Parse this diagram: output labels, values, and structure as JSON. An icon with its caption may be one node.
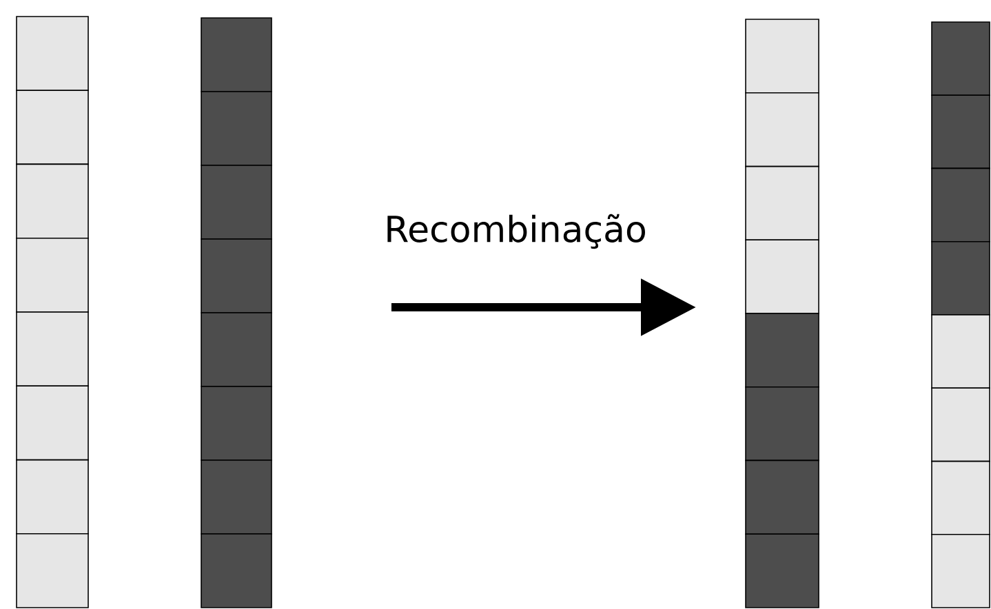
{
  "diagram": {
    "nodes": [
      {
        "text": [],
        "shape": "bar"
      },
      {
        "text": [],
        "shape": "bar"
      },
      {
        "text": [],
        "shape": "bar"
      },
      {
        "text": [],
        "shape": "bar"
      }
    ],
    "labels": [
      "Recombinação"
    ]
  }
}
